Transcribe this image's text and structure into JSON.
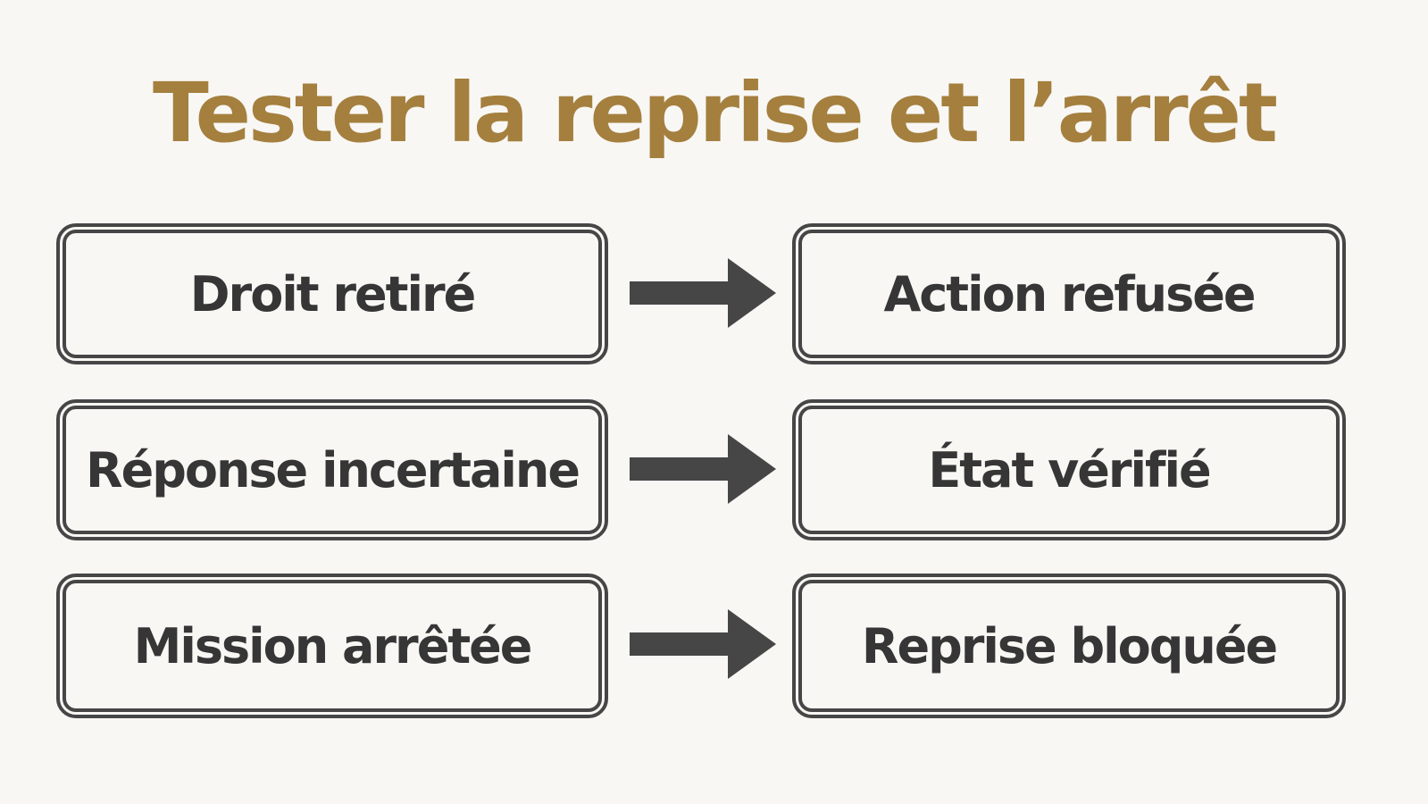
{
  "title": "Tester la reprise et l’arrêt",
  "rows": [
    {
      "left": "Droit retiré",
      "right": "Action refusée"
    },
    {
      "left": "Réponse incertaine",
      "right": "État vérifié"
    },
    {
      "left": "Mission arrêtée",
      "right": "Reprise bloquée"
    }
  ],
  "colors": {
    "title": "#a47f3e",
    "box_border": "#464646",
    "text": "#363636",
    "arrow": "#464646",
    "background": "#f8f7f4"
  },
  "icons": [
    "right-arrow-icon"
  ]
}
